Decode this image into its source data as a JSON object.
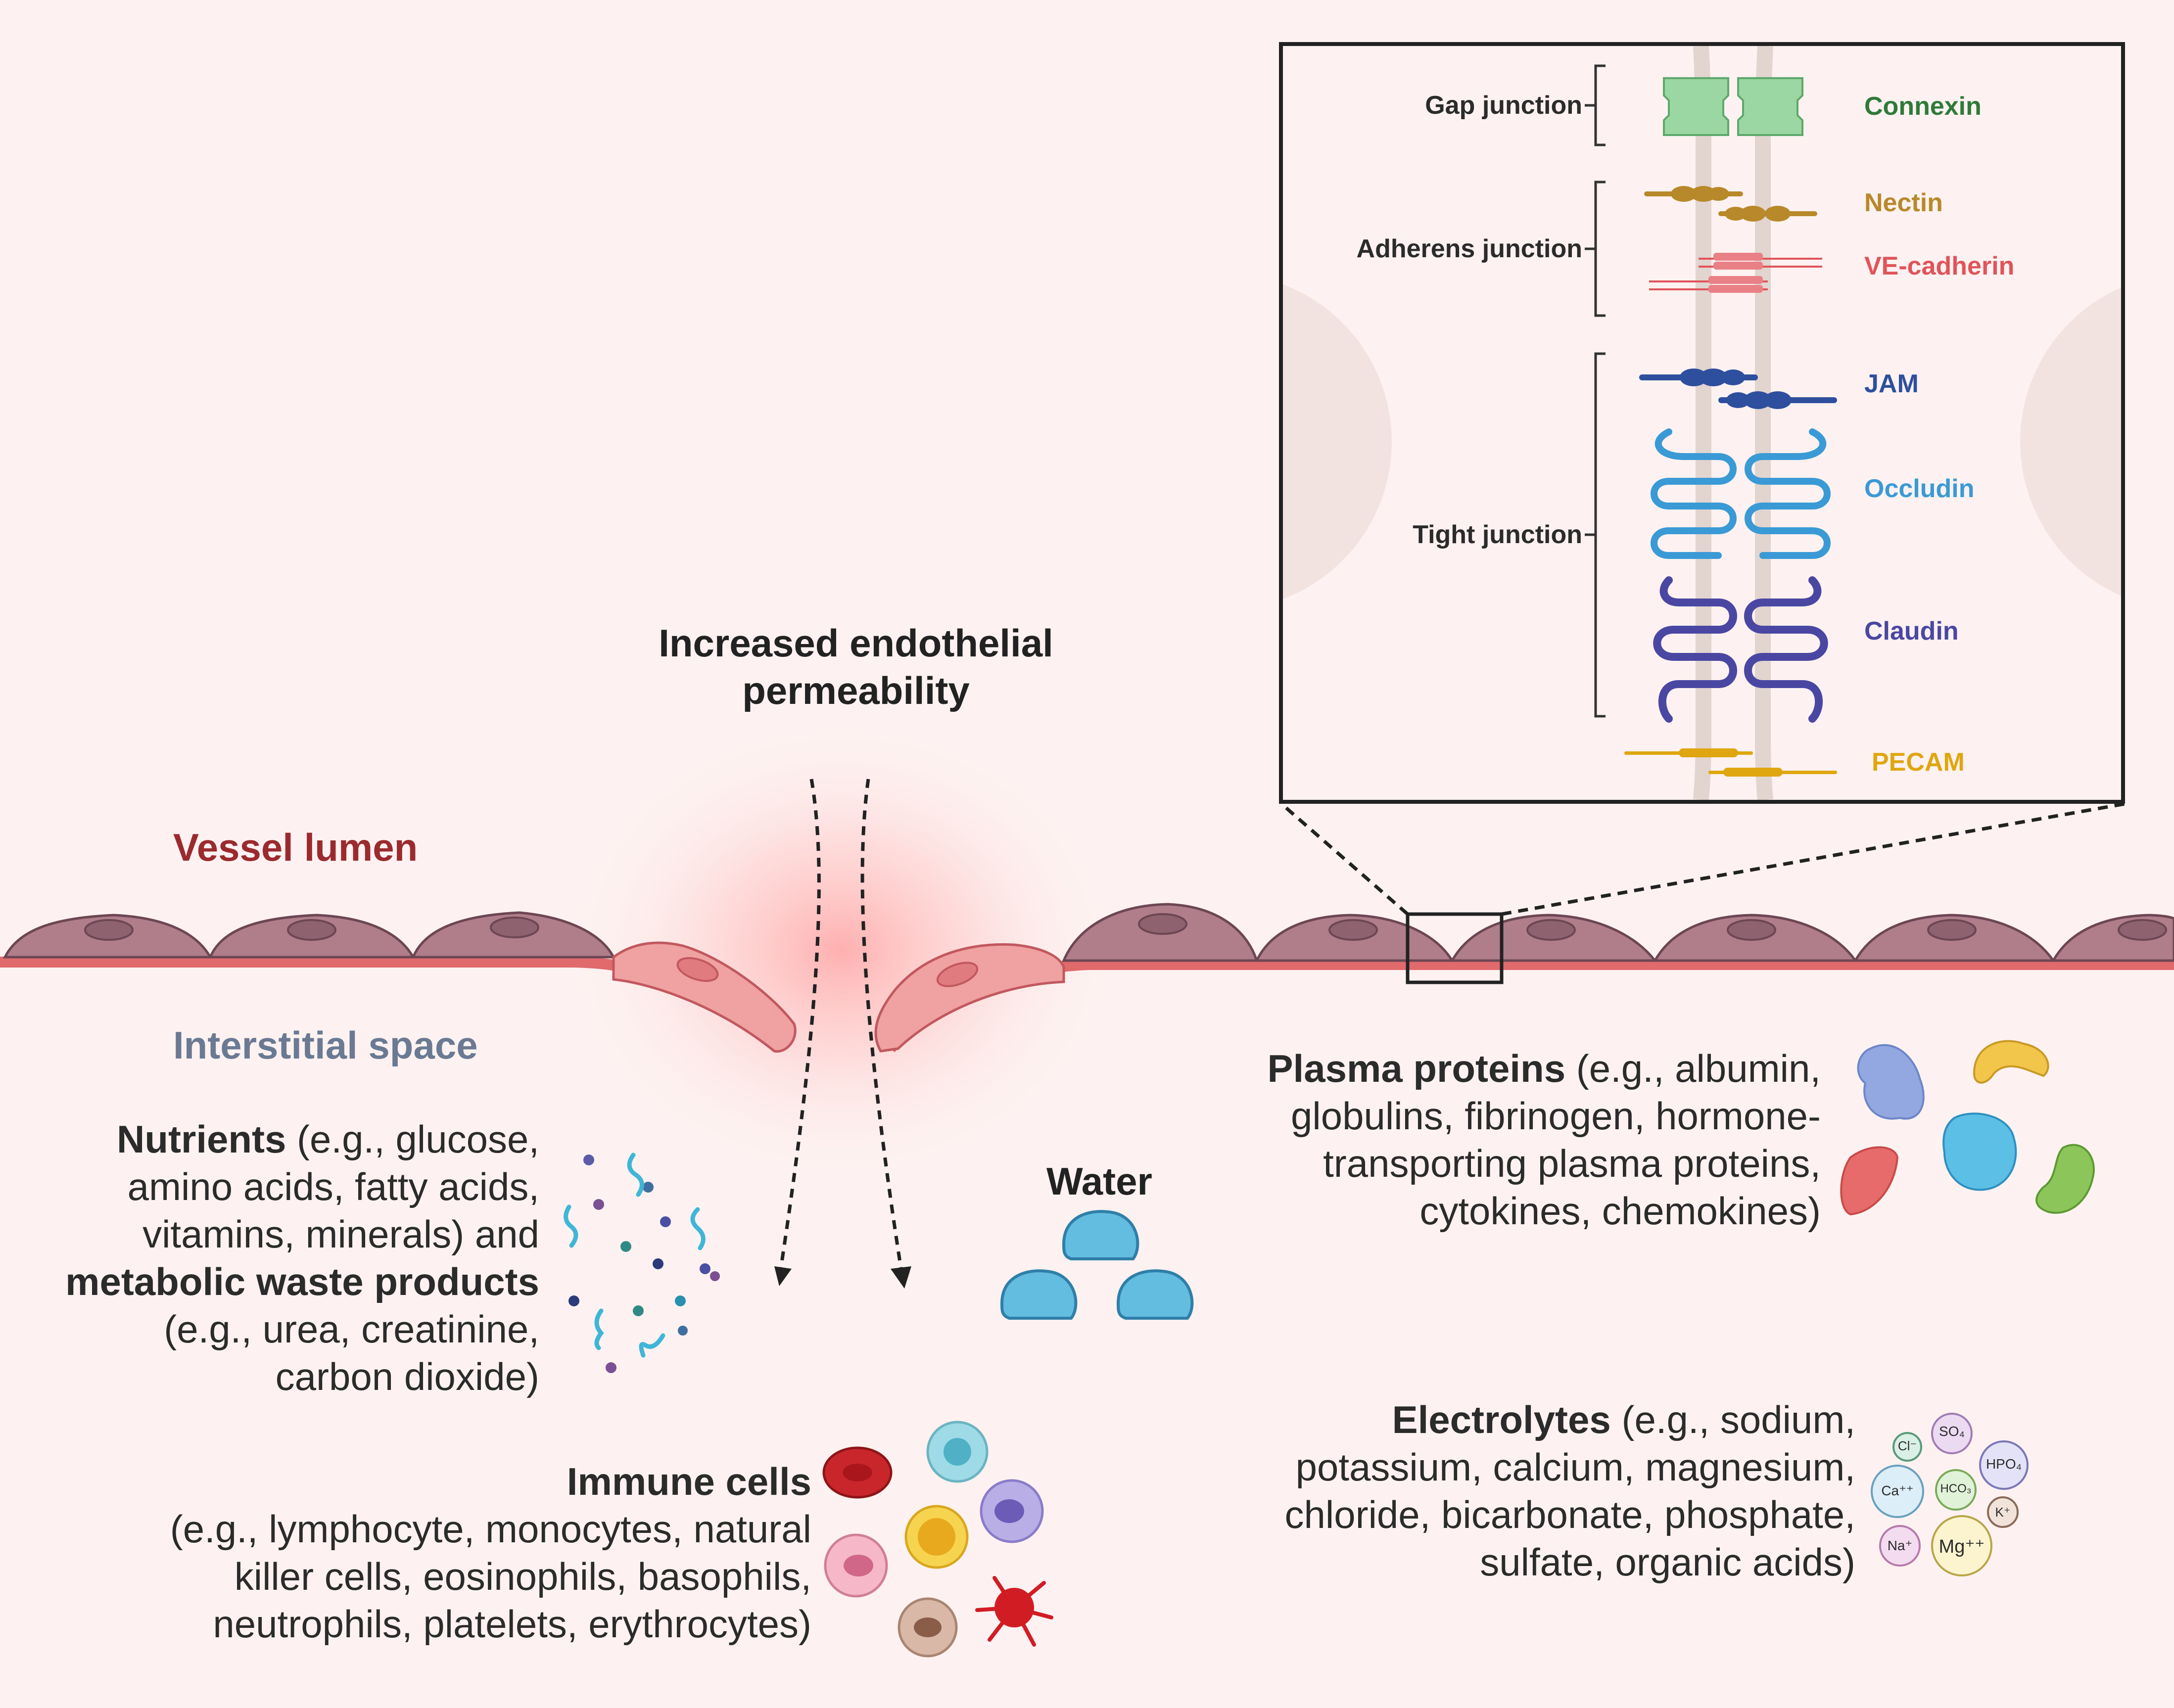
{
  "title": {
    "line1": "Increased endothelial",
    "line2": "permeability"
  },
  "labels": {
    "vessel_lumen": "Vessel lumen",
    "interstitial_space": "Interstitial space",
    "water": "Water"
  },
  "nutrients": {
    "bold1": "Nutrients",
    "rest1": " (e.g., glucose,",
    "line2": "amino acids, fatty acids,",
    "line3": "vitamins, minerals)  and",
    "bold4": "metabolic waste products",
    "line5": "(e.g., urea, creatinine,",
    "line6": "carbon dioxide)"
  },
  "plasma": {
    "bold1": "Plasma proteins",
    "rest1": " (e.g., albumin,",
    "line2": "globulins, fibrinogen, hormone-",
    "line3": "transporting plasma proteins,",
    "line4": "cytokines, chemokines)"
  },
  "immune": {
    "bold1": "Immune cells",
    "line2": "(e.g., lymphocyte, monocytes, natural",
    "line3": "killer cells, eosinophils, basophils,",
    "line4": "neutrophils, platelets, erythrocytes)"
  },
  "electrolytes": {
    "bold1": "Electrolytes",
    "rest1": " (e.g., sodium,",
    "line2": "potassium, calcium, magnesium,",
    "line3": "chloride, bicarbonate, phosphate,",
    "line4": "sulfate, organic acids)"
  },
  "inset": {
    "gap_junction": "Gap junction",
    "adherens_junction": "Adherens junction",
    "tight_junction": "Tight junction",
    "proteins": {
      "connexin": "Connexin",
      "nectin": "Nectin",
      "ve_cadherin": "VE-cadherin",
      "jam": "JAM",
      "occludin": "Occludin",
      "claudin": "Claudin",
      "pecam": "PECAM"
    }
  },
  "ions": {
    "so4": "SO₄",
    "cl": "Cl⁻",
    "hpo4": "HPO₄",
    "ca": "Ca⁺⁺",
    "hco3": "HCO₃",
    "k": "K⁺",
    "na": "Na⁺",
    "mg": "Mg⁺⁺"
  },
  "colors": {
    "background": "#fdf2f1",
    "vessel_lumen": "#9b2a2e",
    "interstitial": "#6b7a93",
    "connexin": "#2f7a3a",
    "nectin": "#b8892a",
    "ve_cadherin": "#e0545a",
    "jam": "#2e4f9e",
    "occludin": "#3a9ad6",
    "claudin": "#4a47a3",
    "pecam": "#e0a60f"
  }
}
